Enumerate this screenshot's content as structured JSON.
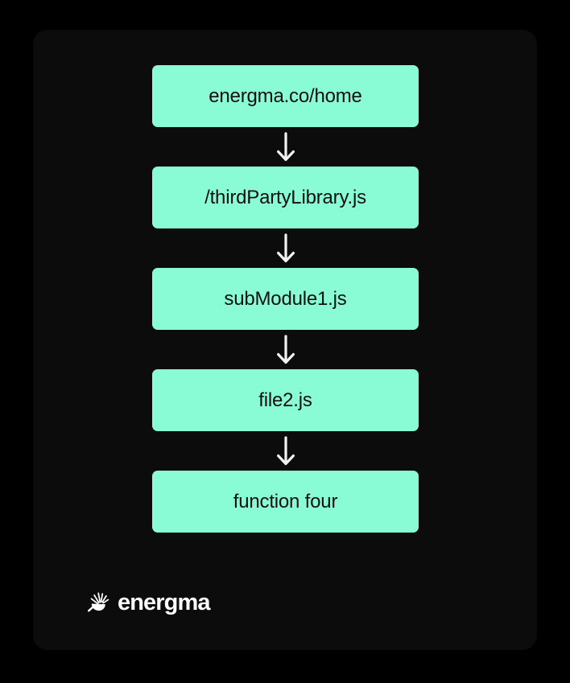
{
  "canvas": {
    "background_color": "#000000",
    "card_background_color": "#0c0c0c",
    "node_color": "#8afcd5",
    "node_text_color": "#101010",
    "arrow_color": "#f2f2f2"
  },
  "diagram": {
    "type": "flowchart",
    "direction": "top-to-bottom",
    "nodes": [
      {
        "id": "node-1",
        "label": "energma.co/home"
      },
      {
        "id": "node-2",
        "label": "/thirdPartyLibrary.js"
      },
      {
        "id": "node-3",
        "label": "subModule1.js"
      },
      {
        "id": "node-4",
        "label": "file2.js"
      },
      {
        "id": "node-5",
        "label": "function four"
      }
    ],
    "connectors": [
      {
        "id": "arrow-1",
        "icon": "arrow-down-icon",
        "from": "node-1",
        "to": "node-2"
      },
      {
        "id": "arrow-2",
        "icon": "arrow-down-icon",
        "from": "node-2",
        "to": "node-3"
      },
      {
        "id": "arrow-3",
        "icon": "arrow-down-icon",
        "from": "node-3",
        "to": "node-4"
      },
      {
        "id": "arrow-4",
        "icon": "arrow-down-icon",
        "from": "node-4",
        "to": "node-5"
      }
    ]
  },
  "brand": {
    "name": "energma",
    "mark_icon": "energma-burst-logo-icon"
  }
}
